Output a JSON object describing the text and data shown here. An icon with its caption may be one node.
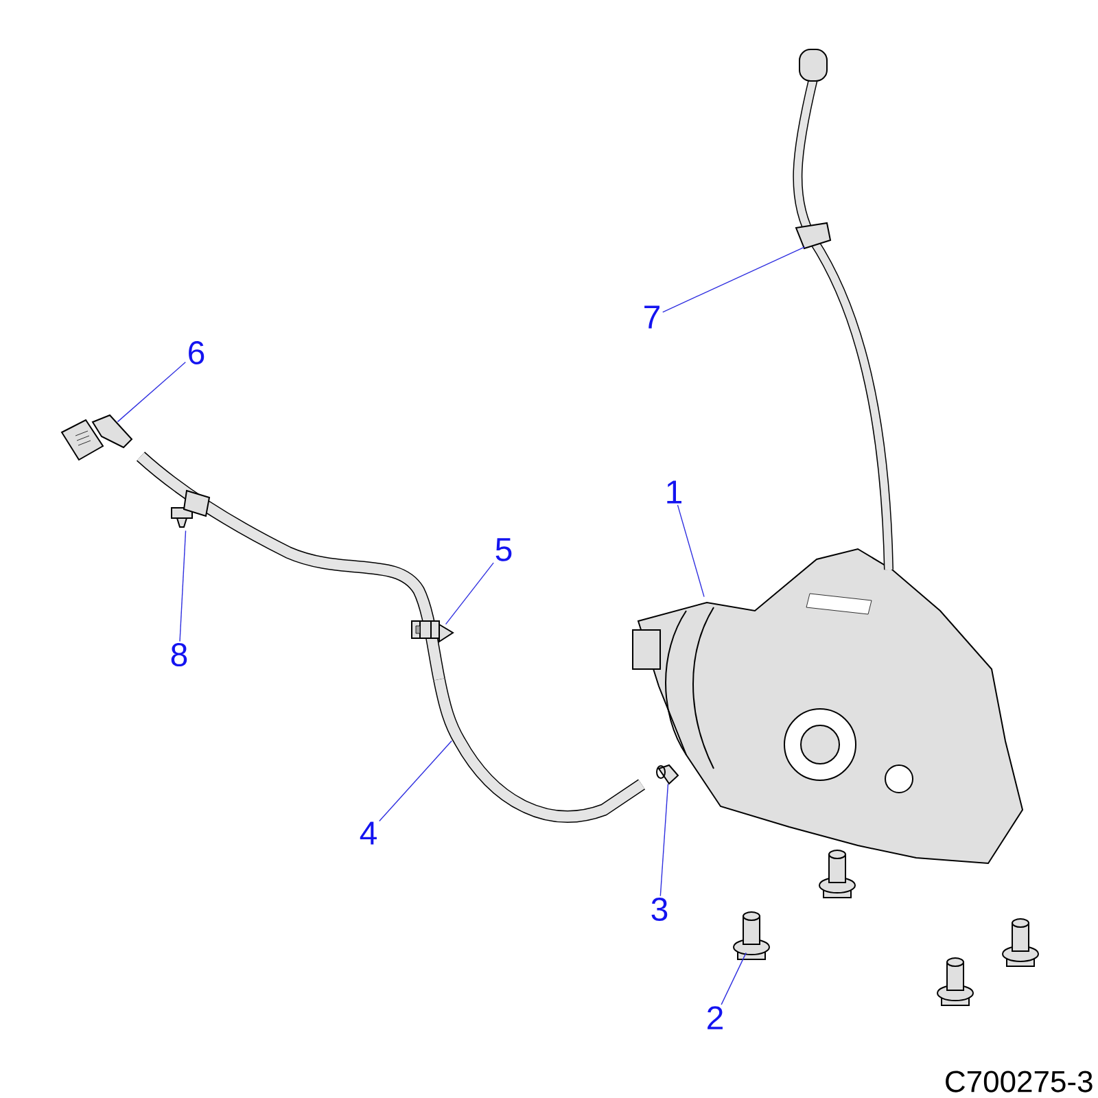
{
  "diagram": {
    "nodes": [
      {
        "text": [
          "1"
        ]
      },
      {
        "text": [
          "2"
        ]
      },
      {
        "text": [
          "3"
        ]
      },
      {
        "text": [
          "4"
        ]
      },
      {
        "text": [
          "5"
        ]
      },
      {
        "text": [
          "6"
        ]
      },
      {
        "text": [
          "7"
        ]
      },
      {
        "text": [
          "8"
        ]
      },
      {
        "text": [],
        "shape": "picture"
      },
      {
        "text": [],
        "shape": "picture"
      },
      {
        "text": [],
        "shape": "picture"
      },
      {
        "text": [],
        "shape": "picture"
      },
      {
        "text": [],
        "shape": "picture"
      },
      {
        "text": [],
        "shape": "picture"
      },
      {
        "text": [],
        "shape": "picture"
      },
      {
        "text": [],
        "shape": "picture"
      }
    ],
    "edges": [
      {
        "from": 0,
        "to": 8,
        "arrow": "none"
      },
      {
        "from": 1,
        "to": 9,
        "arrow": "none"
      },
      {
        "from": 2,
        "to": 10,
        "arrow": "none"
      },
      {
        "from": 3,
        "to": 11,
        "arrow": "none"
      },
      {
        "from": 4,
        "to": 12,
        "arrow": "none"
      },
      {
        "from": 5,
        "to": 13,
        "arrow": "none"
      },
      {
        "from": 6,
        "to": 14,
        "arrow": "none"
      },
      {
        "from": 7,
        "to": 15,
        "arrow": "none"
      }
    ],
    "labels": [
      "C700275-3"
    ]
  }
}
